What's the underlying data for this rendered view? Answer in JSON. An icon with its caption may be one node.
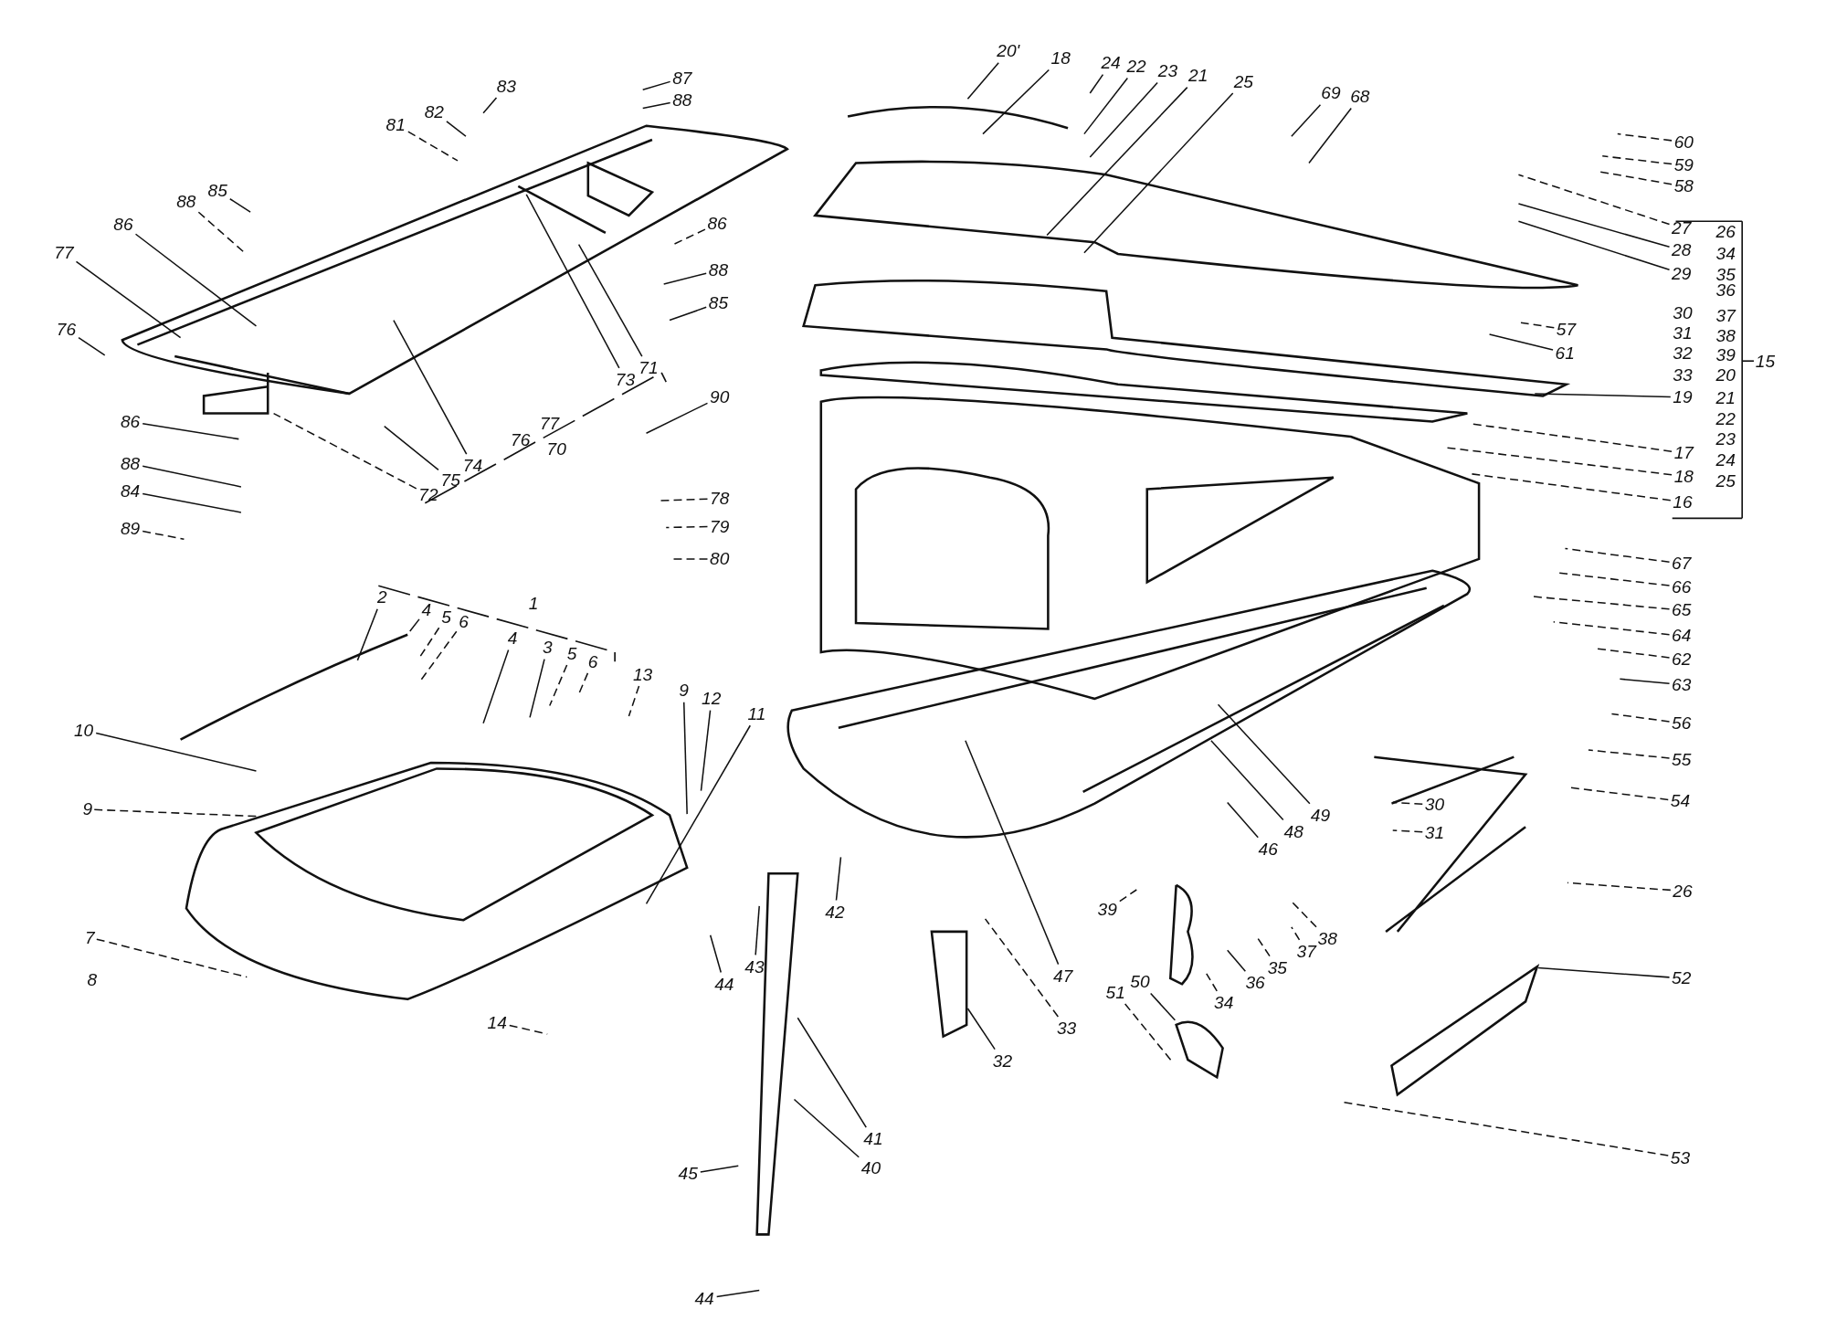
{
  "diagram": {
    "nodes": [
      {
        "text": [
          "20'"
        ]
      },
      {
        "text": [
          "18"
        ]
      },
      {
        "text": [
          "24"
        ]
      },
      {
        "text": [
          "22"
        ]
      },
      {
        "text": [
          "23"
        ]
      },
      {
        "text": [
          "21"
        ]
      },
      {
        "text": [
          "87"
        ]
      },
      {
        "text": [
          "25"
        ]
      },
      {
        "text": [
          "83"
        ]
      },
      {
        "text": [
          "69"
        ]
      },
      {
        "text": [
          "68"
        ]
      },
      {
        "text": [
          "88"
        ]
      },
      {
        "text": [
          "82"
        ]
      },
      {
        "text": [
          "81"
        ]
      },
      {
        "text": [
          "60"
        ]
      },
      {
        "text": [
          "59"
        ]
      },
      {
        "text": [
          "58"
        ]
      },
      {
        "text": [
          "85"
        ]
      },
      {
        "text": [
          "88"
        ]
      },
      {
        "text": [
          "86"
        ]
      },
      {
        "text": [
          "86"
        ]
      },
      {
        "text": [
          "27"
        ]
      },
      {
        "text": [
          "28"
        ]
      },
      {
        "text": [
          "77"
        ]
      },
      {
        "text": [
          "88"
        ]
      },
      {
        "text": [
          "29"
        ]
      },
      {
        "text": [
          "85"
        ]
      },
      {
        "text": [
          "76"
        ]
      },
      {
        "text": [
          "57"
        ]
      },
      {
        "text": [
          "61"
        ]
      },
      {
        "text": [
          "71"
        ]
      },
      {
        "text": [
          "73"
        ]
      },
      {
        "text": [
          "19"
        ]
      },
      {
        "text": [
          "90"
        ]
      },
      {
        "text": [
          "86"
        ]
      },
      {
        "text": [
          "17"
        ]
      },
      {
        "text": [
          "88"
        ]
      },
      {
        "text": [
          "74"
        ]
      },
      {
        "text": [
          "18"
        ]
      },
      {
        "text": [
          "75"
        ]
      },
      {
        "text": [
          "84"
        ]
      },
      {
        "text": [
          "72"
        ]
      },
      {
        "text": [
          "78"
        ]
      },
      {
        "text": [
          "16"
        ]
      },
      {
        "text": [
          "79"
        ]
      },
      {
        "text": [
          "89"
        ]
      },
      {
        "text": [
          "80"
        ]
      },
      {
        "text": [
          "67"
        ]
      },
      {
        "text": [
          "66"
        ]
      },
      {
        "text": [
          "2"
        ]
      },
      {
        "text": [
          "4"
        ]
      },
      {
        "text": [
          "65"
        ]
      },
      {
        "text": [
          "5"
        ]
      },
      {
        "text": [
          "6"
        ]
      },
      {
        "text": [
          "64"
        ]
      },
      {
        "text": [
          "4"
        ]
      },
      {
        "text": [
          "3"
        ]
      },
      {
        "text": [
          "5"
        ]
      },
      {
        "text": [
          "62"
        ]
      },
      {
        "text": [
          "6"
        ]
      },
      {
        "text": [
          "13"
        ]
      },
      {
        "text": [
          "63"
        ]
      },
      {
        "text": [
          "9"
        ]
      },
      {
        "text": [
          "12"
        ]
      },
      {
        "text": [
          "11"
        ]
      },
      {
        "text": [
          "56"
        ]
      },
      {
        "text": [
          "10"
        ]
      },
      {
        "text": [
          "55"
        ]
      },
      {
        "text": [
          "54"
        ]
      },
      {
        "text": [
          "30"
        ]
      },
      {
        "text": [
          "9"
        ]
      },
      {
        "text": [
          "49"
        ]
      },
      {
        "text": [
          "48"
        ]
      },
      {
        "text": [
          "31"
        ]
      },
      {
        "text": [
          "46"
        ]
      },
      {
        "text": [
          "26"
        ]
      },
      {
        "text": [
          "39"
        ]
      },
      {
        "text": [
          "42"
        ]
      },
      {
        "text": [
          "7"
        ]
      },
      {
        "text": [
          "38"
        ]
      },
      {
        "text": [
          "37"
        ]
      },
      {
        "text": [
          "43"
        ]
      },
      {
        "text": [
          "35"
        ]
      },
      {
        "text": [
          "47"
        ]
      },
      {
        "text": [
          "52"
        ]
      },
      {
        "text": [
          "36"
        ]
      },
      {
        "text": [
          "44"
        ]
      },
      {
        "text": [
          "50"
        ]
      },
      {
        "text": [
          "51"
        ]
      },
      {
        "text": [
          "34"
        ]
      },
      {
        "text": [
          "14"
        ]
      },
      {
        "text": [
          "33"
        ]
      },
      {
        "text": [
          "32"
        ]
      },
      {
        "text": [
          "41"
        ]
      },
      {
        "text": [
          "53"
        ]
      },
      {
        "text": [
          "40"
        ]
      },
      {
        "text": [
          "45"
        ]
      },
      {
        "text": [
          "44"
        ]
      }
    ],
    "edges": [
      {
        "from": 0,
        "to": null,
        "arrow": "none"
      },
      {
        "from": 1,
        "to": null,
        "arrow": "none"
      },
      {
        "from": 2,
        "to": null,
        "arrow": "none"
      },
      {
        "from": 3,
        "to": null,
        "arrow": "none"
      },
      {
        "from": 4,
        "to": null,
        "arrow": "none"
      },
      {
        "from": 5,
        "to": null,
        "arrow": "none"
      },
      {
        "from": 6,
        "to": null,
        "arrow": "none"
      },
      {
        "from": 7,
        "to": null,
        "arrow": "none"
      },
      {
        "from": 8,
        "to": null,
        "arrow": "none"
      },
      {
        "from": 9,
        "to": null,
        "arrow": "none"
      },
      {
        "from": 10,
        "to": null,
        "arrow": "none"
      },
      {
        "from": 11,
        "to": null,
        "arrow": "none"
      },
      {
        "from": 12,
        "to": null,
        "arrow": "none"
      },
      {
        "from": 13,
        "to": null,
        "arrow": "none",
        "style": "dashed"
      },
      {
        "from": 14,
        "to": null,
        "arrow": "none",
        "style": "dashed"
      },
      {
        "from": 15,
        "to": null,
        "arrow": "none",
        "style": "dashed"
      },
      {
        "from": 16,
        "to": null,
        "arrow": "none",
        "style": "dashed"
      },
      {
        "from": 17,
        "to": null,
        "arrow": "none"
      },
      {
        "from": 18,
        "to": null,
        "arrow": "none",
        "style": "dashed"
      },
      {
        "from": 19,
        "to": null,
        "arrow": "none"
      },
      {
        "from": 20,
        "to": null,
        "arrow": "none",
        "style": "dashed"
      },
      {
        "from": 21,
        "to": null,
        "arrow": "none",
        "style": "dashed"
      },
      {
        "from": 22,
        "to": null,
        "arrow": "none"
      },
      {
        "from": 23,
        "to": null,
        "arrow": "none"
      },
      {
        "from": 24,
        "to": null,
        "arrow": "none"
      },
      {
        "from": 25,
        "to": null,
        "arrow": "none"
      },
      {
        "from": 26,
        "to": null,
        "arrow": "none"
      },
      {
        "from": 27,
        "to": null,
        "arrow": "none"
      },
      {
        "from": 28,
        "to": null,
        "arrow": "none",
        "style": "dashed"
      },
      {
        "from": 29,
        "to": null,
        "arrow": "none"
      },
      {
        "from": 30,
        "to": null,
        "arrow": "none"
      },
      {
        "from": 31,
        "to": null,
        "arrow": "none"
      },
      {
        "from": 32,
        "to": null,
        "arrow": "none"
      },
      {
        "from": 33,
        "to": null,
        "arrow": "none"
      },
      {
        "from": 34,
        "to": null,
        "arrow": "none"
      },
      {
        "from": 35,
        "to": null,
        "arrow": "none",
        "style": "dashed"
      },
      {
        "from": 36,
        "to": null,
        "arrow": "none"
      },
      {
        "from": 37,
        "to": null,
        "arrow": "none"
      },
      {
        "from": 38,
        "to": null,
        "arrow": "none",
        "style": "dashed"
      },
      {
        "from": 39,
        "to": null,
        "arrow": "none"
      },
      {
        "from": 40,
        "to": null,
        "arrow": "none"
      },
      {
        "from": 41,
        "to": null,
        "arrow": "none",
        "style": "dashed"
      },
      {
        "from": 42,
        "to": null,
        "arrow": "none",
        "style": "dashed"
      },
      {
        "from": 43,
        "to": null,
        "arrow": "none",
        "style": "dashed"
      },
      {
        "from": 44,
        "to": null,
        "arrow": "none",
        "style": "dashed"
      },
      {
        "from": 45,
        "to": null,
        "arrow": "none",
        "style": "dashed"
      },
      {
        "from": 46,
        "to": null,
        "arrow": "none",
        "style": "dashed"
      },
      {
        "from": 47,
        "to": null,
        "arrow": "none",
        "style": "dashed"
      },
      {
        "from": 48,
        "to": null,
        "arrow": "none",
        "style": "dashed"
      },
      {
        "from": 49,
        "to": null,
        "arrow": "none"
      },
      {
        "from": 50,
        "to": null,
        "arrow": "none"
      },
      {
        "from": 51,
        "to": null,
        "arrow": "none",
        "style": "dashed"
      },
      {
        "from": 52,
        "to": null,
        "arrow": "none",
        "style": "dashed"
      },
      {
        "from": 53,
        "to": null,
        "arrow": "none",
        "style": "dashed"
      },
      {
        "from": 54,
        "to": null,
        "arrow": "none",
        "style": "dashed"
      },
      {
        "from": 55,
        "to": null,
        "arrow": "none"
      },
      {
        "from": 56,
        "to": null,
        "arrow": "none"
      },
      {
        "from": 57,
        "to": null,
        "arrow": "none",
        "style": "dashed"
      },
      {
        "from": 58,
        "to": null,
        "arrow": "none",
        "style": "dashed"
      },
      {
        "from": 59,
        "to": null,
        "arrow": "none",
        "style": "dashed"
      },
      {
        "from": 60,
        "to": null,
        "arrow": "none",
        "style": "dashed"
      },
      {
        "from": 61,
        "to": null,
        "arrow": "none"
      },
      {
        "from": 62,
        "to": null,
        "arrow": "none"
      },
      {
        "from": 63,
        "to": null,
        "arrow": "none"
      },
      {
        "from": 64,
        "to": null,
        "arrow": "none"
      },
      {
        "from": 65,
        "to": null,
        "arrow": "none",
        "style": "dashed"
      },
      {
        "from": 66,
        "to": null,
        "arrow": "none"
      },
      {
        "from": 67,
        "to": null,
        "arrow": "none",
        "style": "dashed"
      },
      {
        "from": 68,
        "to": null,
        "arrow": "none",
        "style": "dashed"
      },
      {
        "from": 69,
        "to": null,
        "arrow": "none",
        "style": "dashed"
      },
      {
        "from": 70,
        "to": null,
        "arrow": "none",
        "style": "dashed"
      },
      {
        "from": 71,
        "to": null,
        "arrow": "none"
      },
      {
        "from": 72,
        "to": null,
        "arrow": "none"
      },
      {
        "from": 73,
        "to": null,
        "arrow": "none",
        "style": "dashed"
      },
      {
        "from": 74,
        "to": null,
        "arrow": "none"
      },
      {
        "from": 75,
        "to": null,
        "arrow": "none",
        "style": "dashed"
      },
      {
        "from": 76,
        "to": null,
        "arrow": "none",
        "style": "dashed"
      },
      {
        "from": 77,
        "to": null,
        "arrow": "none"
      },
      {
        "from": 78,
        "to": null,
        "arrow": "none",
        "style": "dashed"
      },
      {
        "from": 79,
        "to": null,
        "arrow": "none",
        "style": "dashed"
      },
      {
        "from": 80,
        "to": null,
        "arrow": "none",
        "style": "dashed"
      },
      {
        "from": 81,
        "to": null,
        "arrow": "none"
      },
      {
        "from": 82,
        "to": null,
        "arrow": "none",
        "style": "dashed"
      },
      {
        "from": 83,
        "to": null,
        "arrow": "none"
      },
      {
        "from": 84,
        "to": null,
        "arrow": "none"
      },
      {
        "from": 85,
        "to": null,
        "arrow": "none"
      },
      {
        "from": 86,
        "to": null,
        "arrow": "none"
      },
      {
        "from": 87,
        "to": null,
        "arrow": "none"
      },
      {
        "from": 88,
        "to": null,
        "arrow": "none",
        "style": "dashed"
      },
      {
        "from": 89,
        "to": null,
        "arrow": "none",
        "style": "dashed"
      },
      {
        "from": 90,
        "to": null,
        "arrow": "none",
        "style": "dashed"
      },
      {
        "from": 91,
        "to": null,
        "arrow": "none",
        "style": "dashed"
      },
      {
        "from": 92,
        "to": null,
        "arrow": "none"
      },
      {
        "from": 93,
        "to": null,
        "arrow": "none"
      },
      {
        "from": 94,
        "to": null,
        "arrow": "none",
        "style": "dashed"
      },
      {
        "from": 95,
        "to": null,
        "arrow": "none"
      },
      {
        "from": 96,
        "to": null,
        "arrow": "none"
      },
      {
        "from": 97,
        "to": null,
        "arrow": "none"
      }
    ],
    "labels": [
      "26",
      "34",
      "35",
      "36",
      "30",
      "37",
      "31",
      "38",
      "32",
      "39",
      "15",
      "33",
      "20",
      "21",
      "22",
      "77",
      "23",
      "76",
      "70",
      "24",
      "25",
      "1",
      "8"
    ]
  }
}
